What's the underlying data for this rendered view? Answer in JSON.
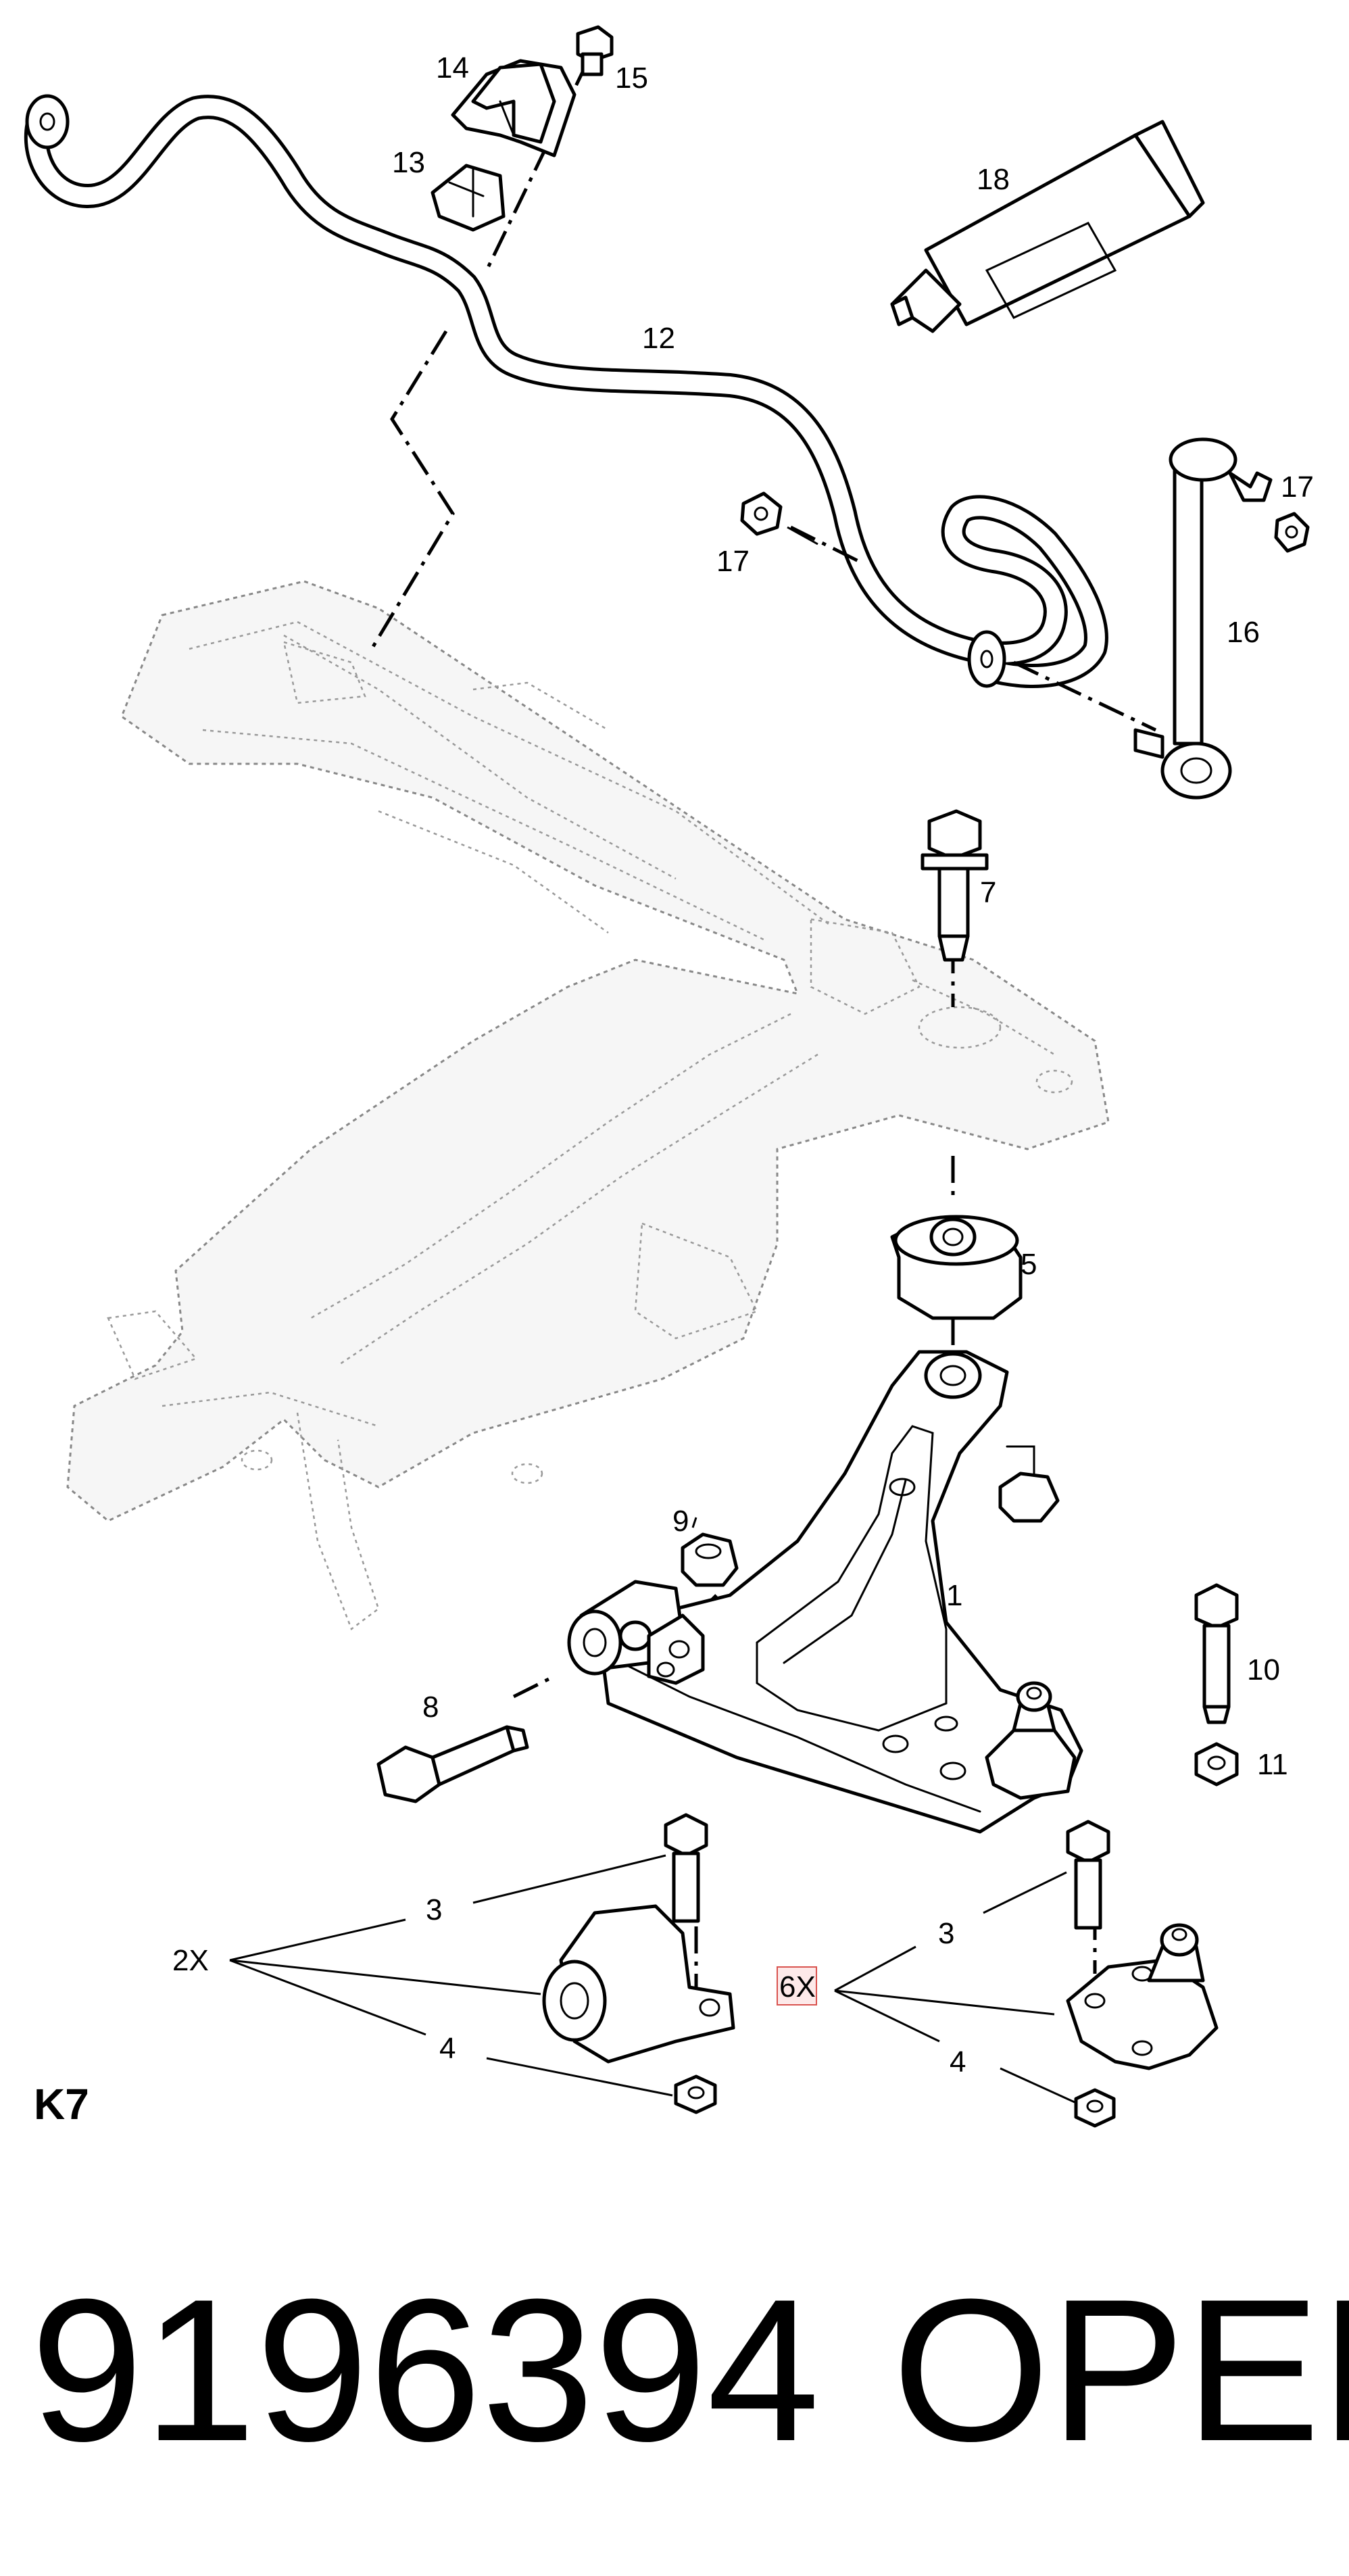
{
  "callouts": {
    "c1": "1",
    "c3a": "3",
    "c3b": "3",
    "c4a": "4",
    "c4b": "4",
    "c5": "5",
    "c7": "7",
    "c8": "8",
    "c9": "9",
    "c10": "10",
    "c11": "11",
    "c12": "12",
    "c13": "13",
    "c14": "14",
    "c15": "15",
    "c16": "16",
    "c17a": "17",
    "c17b": "17",
    "c18": "18",
    "qty_2x": "2X",
    "qty_6x": "6X"
  },
  "section_code": "K7",
  "part_number": "9196394",
  "brand": "OPEL"
}
